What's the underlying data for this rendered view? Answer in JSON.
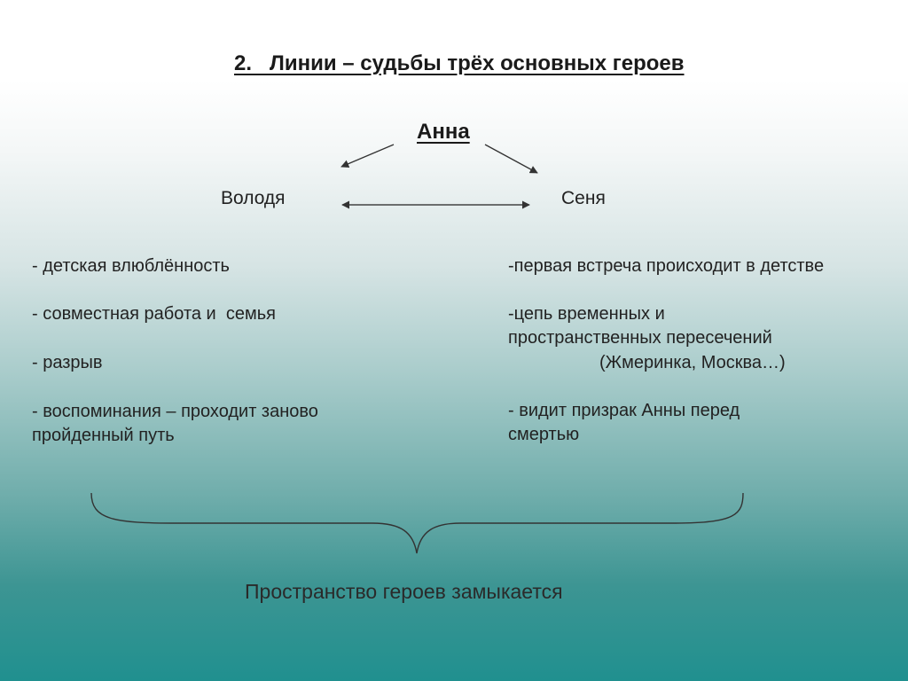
{
  "title": "2.   Линии – судьбы трёх основных героев",
  "heroes": {
    "top": "Анна",
    "left": "Володя",
    "right": "Сеня"
  },
  "left_points": [
    "- детская влюблённость",
    "- совместная работа и  семья",
    "- разрыв",
    "- воспоминания – проходит заново\nпройденный путь"
  ],
  "right_points": [
    "-первая встреча происходит в детстве",
    "-цепь временных и\nпространственных пересечений",
    "(Жмеринка, Москва…)",
    "- видит призрак Анны перед\nсмертью"
  ],
  "conclusion": "Пространство героев замыкается"
}
